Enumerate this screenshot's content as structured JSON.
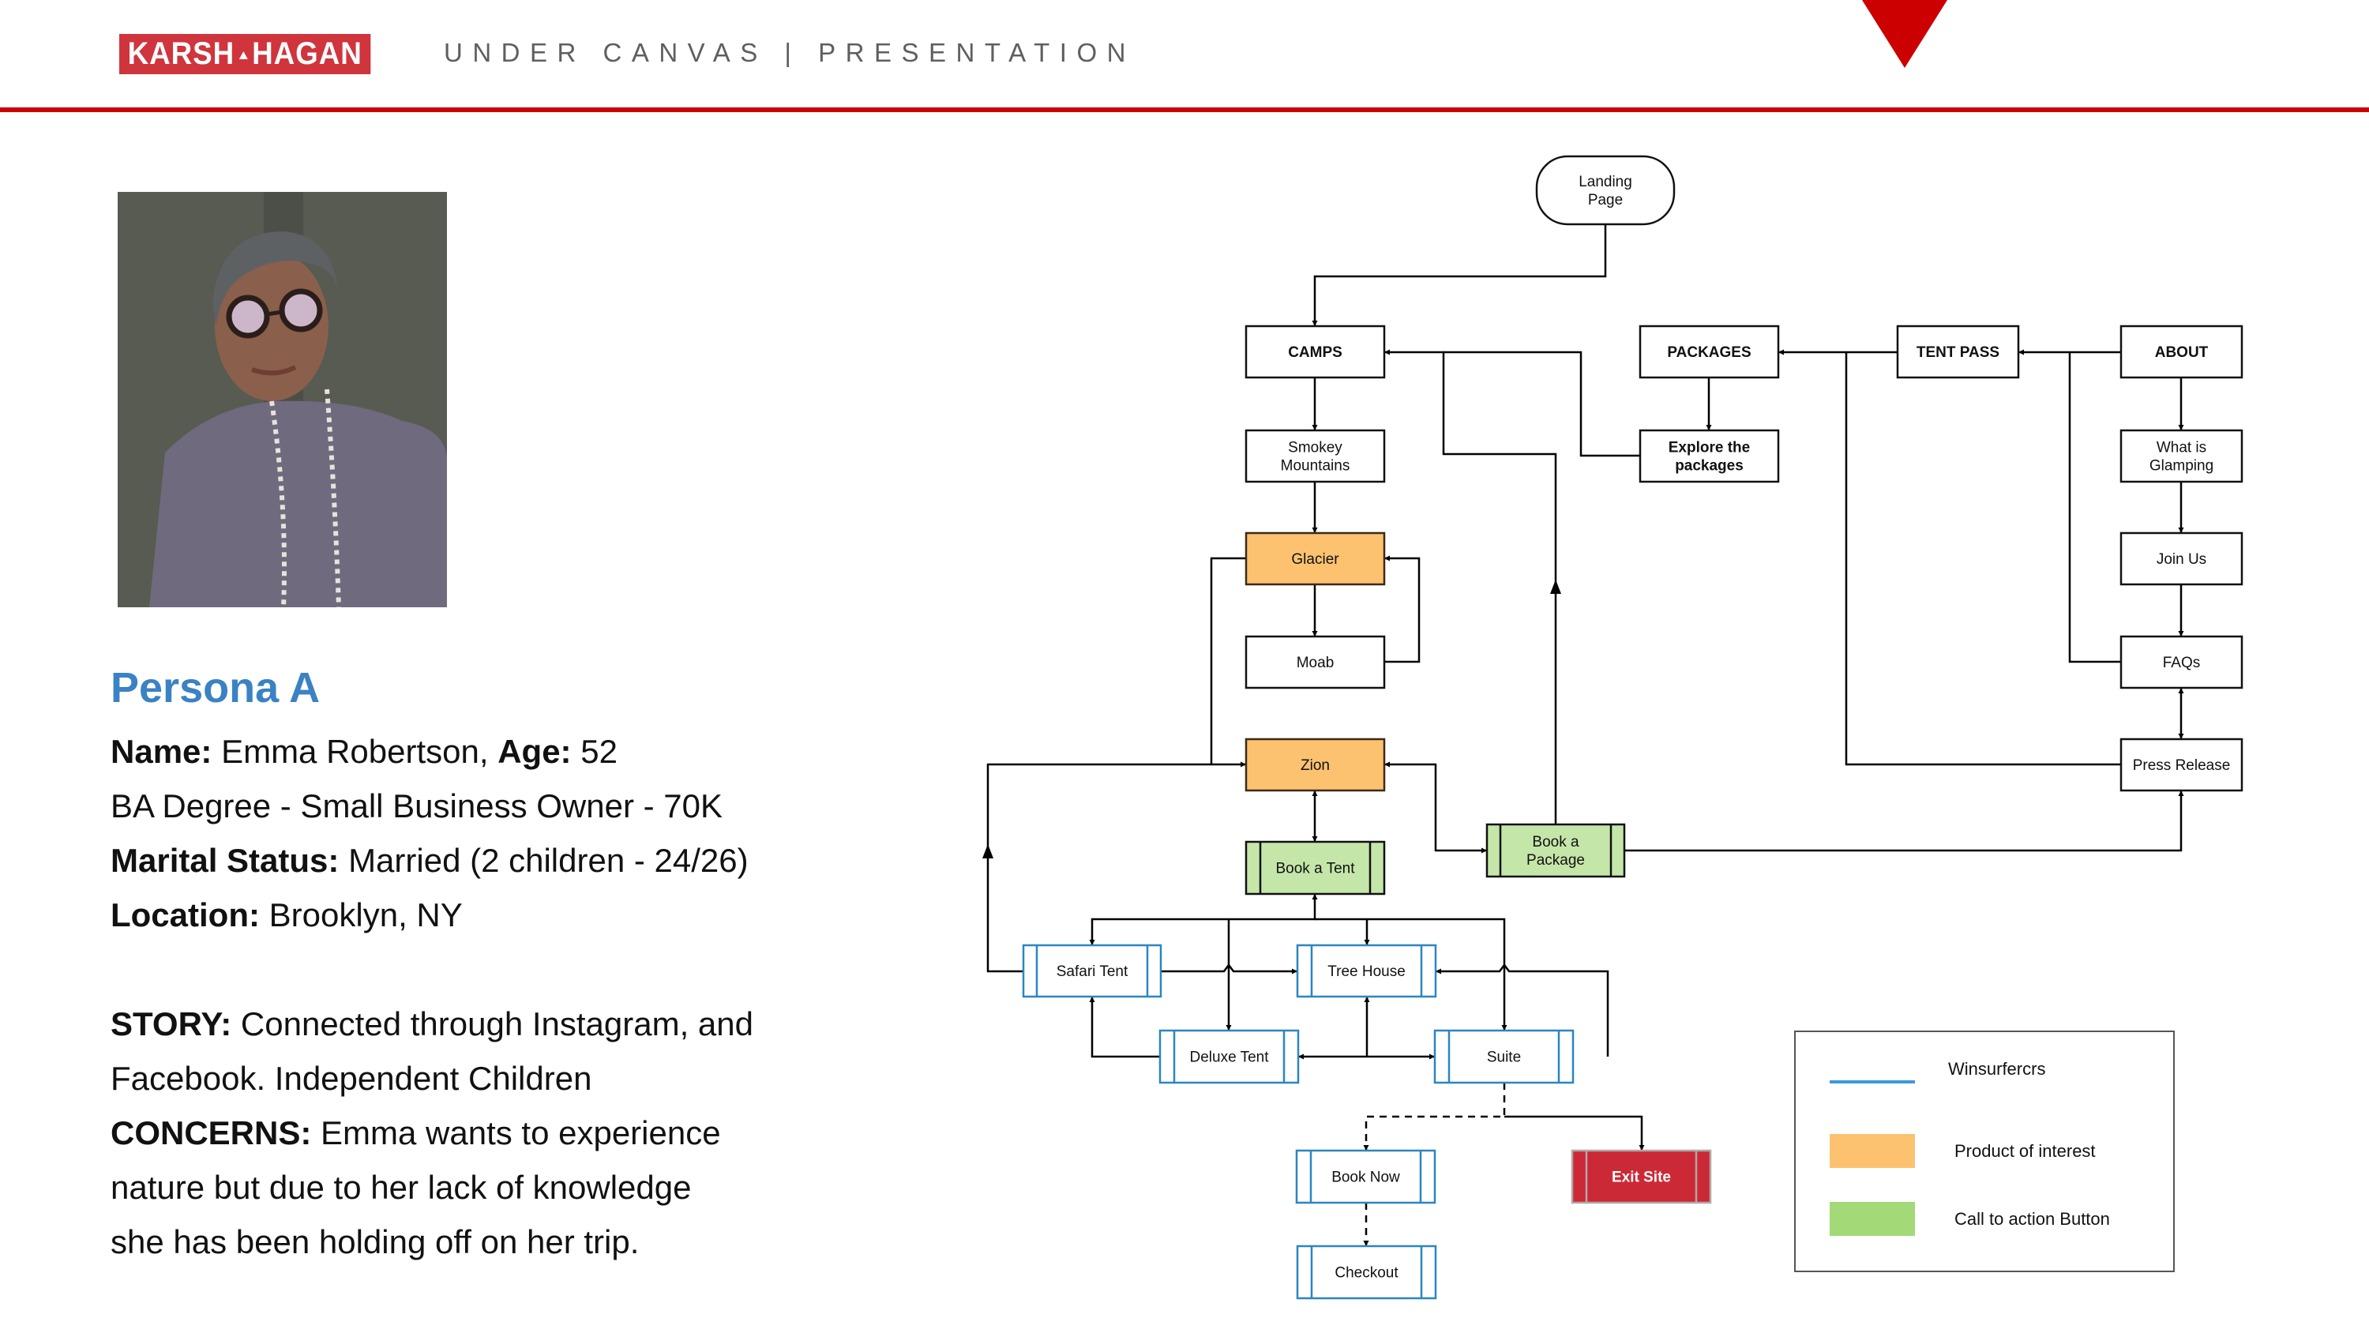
{
  "header": {
    "logo_left": "KARSH",
    "logo_right": "HAGAN",
    "title": "UNDER CANVAS | PRESENTATION",
    "accent_color": "#cc0000"
  },
  "persona": {
    "title": "Persona A",
    "photo_alt": "Portrait of Emma Robertson",
    "name_label": "Name:",
    "name_value": "Emma Robertson,",
    "age_label": "Age:",
    "age_value": "52",
    "education_line": "BA Degree - Small Business Owner - 70K",
    "marital_label": "Marital Status:",
    "marital_value": "Married (2 children - 24/26)",
    "location_label": "Location:",
    "location_value": "Brooklyn, NY",
    "story_label": "STORY:",
    "story_line1": "Connected through Instagram, and",
    "story_line2": "Facebook. Independent Children",
    "concerns_label": "CONCERNS:",
    "concerns_line1": "Emma wants to experience",
    "concerns_line2": "nature but due to her lack of knowledge",
    "concerns_line3": "she has been holding off on her trip."
  },
  "colors": {
    "product_of_interest": "#fcc270",
    "call_to_action": "#c5e6a9",
    "winsurfers": "#2a86c2",
    "exit": "#cc2936",
    "persona_title": "#3b82c4"
  },
  "flowchart": {
    "nodes": [
      {
        "id": "landing",
        "label": [
          "Landing",
          "Page"
        ],
        "kind": "terminal",
        "style": "plain"
      },
      {
        "id": "camps",
        "label": [
          "CAMPS"
        ],
        "kind": "process",
        "style": "plain",
        "bold": true
      },
      {
        "id": "packages",
        "label": [
          "PACKAGES"
        ],
        "kind": "process",
        "style": "plain",
        "bold": true
      },
      {
        "id": "tentpass",
        "label": [
          "TENT PASS"
        ],
        "kind": "process",
        "style": "plain",
        "bold": true
      },
      {
        "id": "about",
        "label": [
          "ABOUT"
        ],
        "kind": "process",
        "style": "plain",
        "bold": true
      },
      {
        "id": "smokey",
        "label": [
          "Smokey",
          "Mountains"
        ],
        "kind": "process",
        "style": "plain"
      },
      {
        "id": "explore",
        "label": [
          "Explore the",
          "packages"
        ],
        "kind": "process",
        "style": "plain",
        "bold": true
      },
      {
        "id": "whatis",
        "label": [
          "What is",
          "Glamping"
        ],
        "kind": "process",
        "style": "plain"
      },
      {
        "id": "glacier",
        "label": [
          "Glacier"
        ],
        "kind": "process",
        "style": "product"
      },
      {
        "id": "joinus",
        "label": [
          "Join Us"
        ],
        "kind": "process",
        "style": "plain"
      },
      {
        "id": "moab",
        "label": [
          "Moab"
        ],
        "kind": "process",
        "style": "plain"
      },
      {
        "id": "faqs",
        "label": [
          "FAQs"
        ],
        "kind": "process",
        "style": "plain"
      },
      {
        "id": "zion",
        "label": [
          "Zion"
        ],
        "kind": "process",
        "style": "product"
      },
      {
        "id": "press",
        "label": [
          "Press Release"
        ],
        "kind": "process",
        "style": "plain"
      },
      {
        "id": "bookatent",
        "label": [
          "Book a Tent"
        ],
        "kind": "subprocess",
        "style": "cta"
      },
      {
        "id": "bookapackage",
        "label": [
          "Book a",
          "Package"
        ],
        "kind": "subprocess",
        "style": "cta"
      },
      {
        "id": "safari",
        "label": [
          "Safari Tent"
        ],
        "kind": "subprocess",
        "style": "winsurfers"
      },
      {
        "id": "treehouse",
        "label": [
          "Tree House"
        ],
        "kind": "subprocess",
        "style": "winsurfers"
      },
      {
        "id": "deluxe",
        "label": [
          "Deluxe Tent"
        ],
        "kind": "subprocess",
        "style": "winsurfers"
      },
      {
        "id": "suite",
        "label": [
          "Suite"
        ],
        "kind": "subprocess",
        "style": "winsurfers"
      },
      {
        "id": "booknow",
        "label": [
          "Book Now"
        ],
        "kind": "subprocess",
        "style": "winsurfers"
      },
      {
        "id": "exit",
        "label": [
          "Exit Site"
        ],
        "kind": "subprocess",
        "style": "exit",
        "bold": true
      },
      {
        "id": "checkout",
        "label": [
          "Checkout"
        ],
        "kind": "subprocess",
        "style": "winsurfers"
      }
    ],
    "edges": [
      {
        "from": "landing",
        "to": "camps"
      },
      {
        "from": "camps",
        "to": "smokey"
      },
      {
        "from": "smokey",
        "to": "glacier"
      },
      {
        "from": "glacier",
        "to": "moab"
      },
      {
        "from": "moab",
        "to": "glacier"
      },
      {
        "from": "glacier",
        "to": "zion"
      },
      {
        "from": "zion",
        "to": "bookatent",
        "bidirectional": true
      },
      {
        "from": "zion",
        "to": "bookapackage",
        "bidirectional": true
      },
      {
        "from": "bookapackage",
        "to": "camps"
      },
      {
        "from": "explore",
        "to": "camps"
      },
      {
        "from": "packages",
        "to": "explore"
      },
      {
        "from": "tentpass",
        "to": "packages"
      },
      {
        "from": "about",
        "to": "tentpass"
      },
      {
        "from": "about",
        "to": "whatis"
      },
      {
        "from": "whatis",
        "to": "joinus"
      },
      {
        "from": "joinus",
        "to": "faqs"
      },
      {
        "from": "faqs",
        "to": "press",
        "bidirectional": true
      },
      {
        "from": "faqs",
        "to": "tentpass"
      },
      {
        "from": "press",
        "to": "packages"
      },
      {
        "from": "bookapackage",
        "to": "press"
      },
      {
        "from": "safari",
        "to": "zion"
      },
      {
        "from": "bookatent",
        "to": "safari"
      },
      {
        "from": "bookatent",
        "to": "deluxe"
      },
      {
        "from": "bookatent",
        "to": "treehouse"
      },
      {
        "from": "bookatent",
        "to": "suite"
      },
      {
        "from": "safari",
        "to": "treehouse"
      },
      {
        "from": "suite",
        "to": "treehouse"
      },
      {
        "from": "deluxe",
        "to": "safari"
      },
      {
        "from": "deluxe",
        "to": "treehouse"
      },
      {
        "from": "deluxe",
        "to": "suite",
        "bidirectional": true
      },
      {
        "from": "suite",
        "to": "booknow",
        "dashed": true
      },
      {
        "from": "suite",
        "to": "exit"
      },
      {
        "from": "booknow",
        "to": "checkout",
        "dashed": true
      }
    ]
  },
  "legend": {
    "items": [
      {
        "swatch": "line",
        "label": "Winsurfercrs",
        "color": "#3a9ad9"
      },
      {
        "swatch": "box",
        "label": "Product of interest",
        "color": "#fcc270"
      },
      {
        "swatch": "box",
        "label": "Call to action Button",
        "color": "#a3d977"
      }
    ]
  }
}
